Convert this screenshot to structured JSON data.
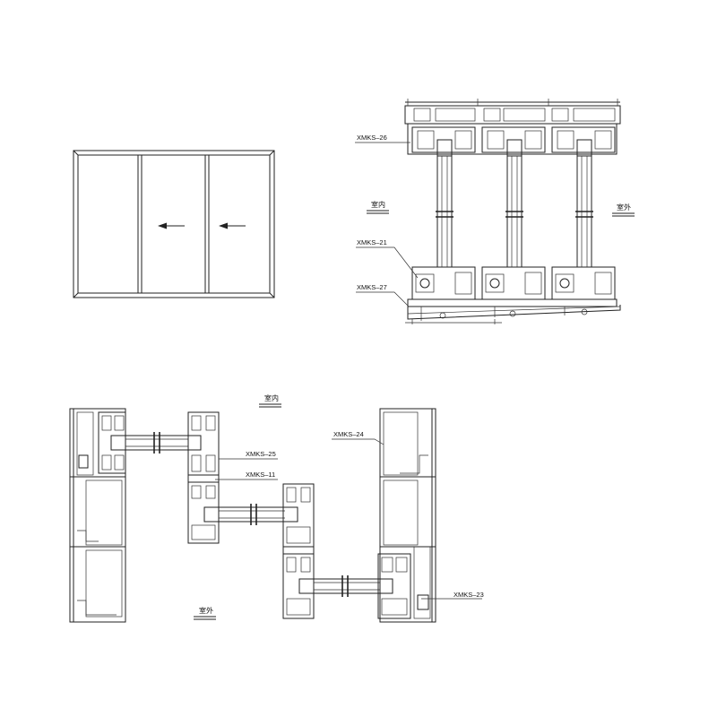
{
  "labels": {
    "xmks_26": "XMKS–26",
    "xmks_21": "XMKS–21",
    "xmks_27": "XMKS–27",
    "xmks_25": "XMKS–25",
    "xmks_11": "XMKS–11",
    "xmks_24": "XMKS–24",
    "xmks_23": "XMKS–23"
  },
  "rooms": {
    "indoor_top": "室内",
    "outdoor_top": "室外",
    "indoor_bottom": "室内",
    "outdoor_bottom": "室外"
  },
  "elevation": {
    "panels": 3,
    "arrows": [
      {
        "panel": 2,
        "direction": "left"
      },
      {
        "panel": 3,
        "direction": "left"
      }
    ]
  },
  "colors": {
    "line": "#222222",
    "background": "#ffffff"
  }
}
